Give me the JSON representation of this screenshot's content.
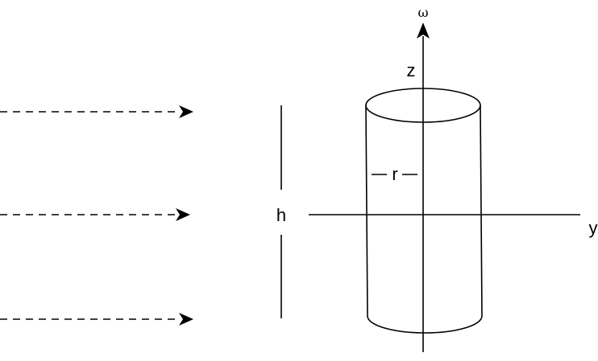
{
  "labels": {
    "omega": "ω",
    "z": "z",
    "y": "y",
    "r": "r",
    "h": "h"
  }
}
